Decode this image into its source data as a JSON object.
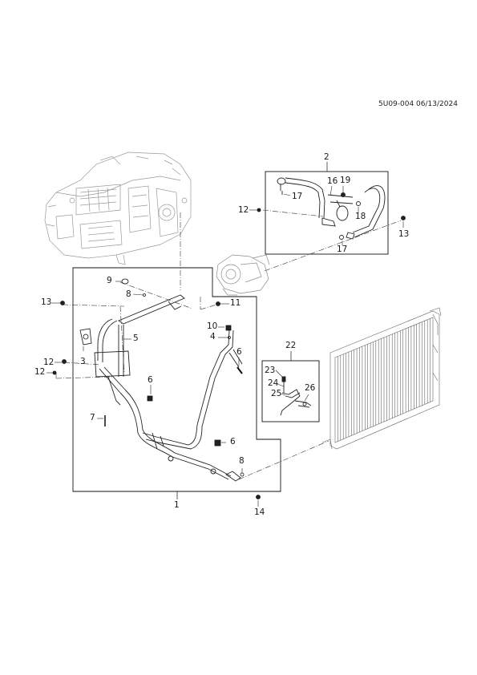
{
  "diagram_code": "5U09-004 06/13/2024",
  "callouts": {
    "c1": "1",
    "c2": "2",
    "c3": "3",
    "c4": "4",
    "c5": "5",
    "c6a": "6",
    "c6b": "6",
    "c6c": "6",
    "c7": "7",
    "c8a": "8",
    "c8b": "8",
    "c9": "9",
    "c10": "10",
    "c11": "11",
    "c12a": "12",
    "c12b": "12",
    "c12c": "12",
    "c13a": "13",
    "c13b": "13",
    "c14": "14",
    "c16": "16",
    "c17a": "17",
    "c17b": "17",
    "c18": "18",
    "c19": "19",
    "c22": "22",
    "c23": "23",
    "c24": "24",
    "c25": "25",
    "c26": "26"
  }
}
